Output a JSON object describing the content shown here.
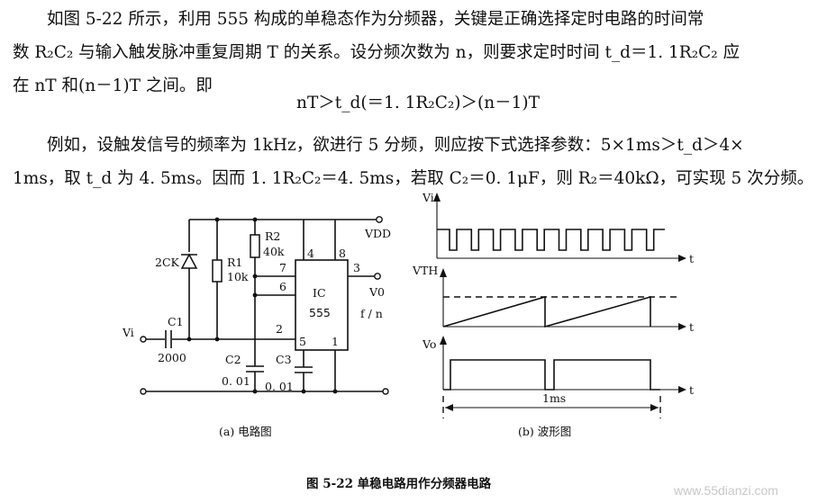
{
  "body_text": {
    "p1_line1": "如图 5-22 所示，利用 555 构成的单稳态作为分频器，关键是正确选择定时电路的时间常",
    "p1_line2": "数 R₂C₂ 与输入触发脉冲重复周期 T 的关系。设分频次数为 n，则要求定时时间 t_d＝1. 1R₂C₂ 应",
    "p1_line3": "在 nT 和(n－1)T 之间。即",
    "formula": "nT＞t_d(＝1. 1R₂C₂)＞(n－1)T",
    "p2_line1": "例如，设触发信号的频率为 1kHz，欲进行 5 分频，则应按下式选择参数：5×1ms＞t_d＞4×",
    "p2_line2": "1ms，取 t_d 为 4. 5ms。因而 1. 1R₂C₂＝4. 5ms，若取 C₂＝0. 1μF，则 R₂＝40kΩ，可实现 5 次分频。"
  },
  "circuit": {
    "diode": "2CK",
    "r1_name": "R1",
    "r1_value": "10k",
    "r2_name": "R2",
    "r2_value": "40k",
    "c1_name": "C1",
    "c1_value": "2000",
    "c2_name": "C2",
    "c2_value": "0. 01",
    "c3_name": "C3",
    "c3_value": "0. 01",
    "ic_line1": "IC",
    "ic_line2": "555",
    "pins": [
      "4",
      "8",
      "7",
      "6",
      "3",
      "2",
      "5",
      "1"
    ],
    "vdd": "VDD",
    "vi": "Vi",
    "vo": "V0",
    "ratio": "f / n",
    "caption": "(a)  电路图"
  },
  "waveform": {
    "vi_label": "Vi",
    "vth_label": "VTH",
    "vo_label": "Vo",
    "t_label": "t",
    "period_label": "1ms",
    "caption": "(b)  波形图"
  },
  "figure_title": "图 5-22    单稳电路用作分频器电路",
  "watermark": "www.55dianzi.com"
}
